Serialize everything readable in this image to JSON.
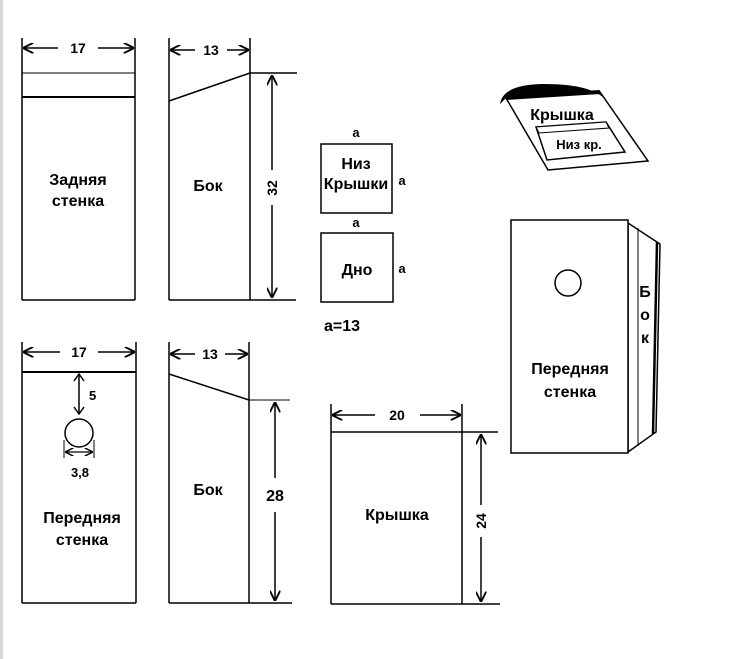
{
  "back_wall": {
    "label_line1": "Задняя",
    "label_line2": "стенка",
    "width": "17"
  },
  "side_back": {
    "label": "Бок",
    "width": "13",
    "height": "32"
  },
  "roof_underside": {
    "label_line1": "Низ",
    "label_line2": "Крышки",
    "side_a_top": "а",
    "side_a_right": "а"
  },
  "floor": {
    "label": "Дно",
    "side_a_top": "а",
    "side_a_right": "а"
  },
  "a_value": "а=13",
  "front_wall": {
    "label_line1": "Передняя",
    "label_line2": "стенка",
    "width": "17",
    "hole_offset": "5",
    "hole_diameter": "3,8"
  },
  "side_front": {
    "label": "Бок",
    "width": "13",
    "height": "28"
  },
  "roof": {
    "label": "Крышка",
    "width": "20",
    "height": "24"
  },
  "perspective_roof": {
    "label": "Крышка",
    "under_label": "Низ кр."
  },
  "perspective_house": {
    "front_line1": "Передняя",
    "front_line2": "стенка",
    "side_letters": [
      "Б",
      "о",
      "к"
    ]
  }
}
